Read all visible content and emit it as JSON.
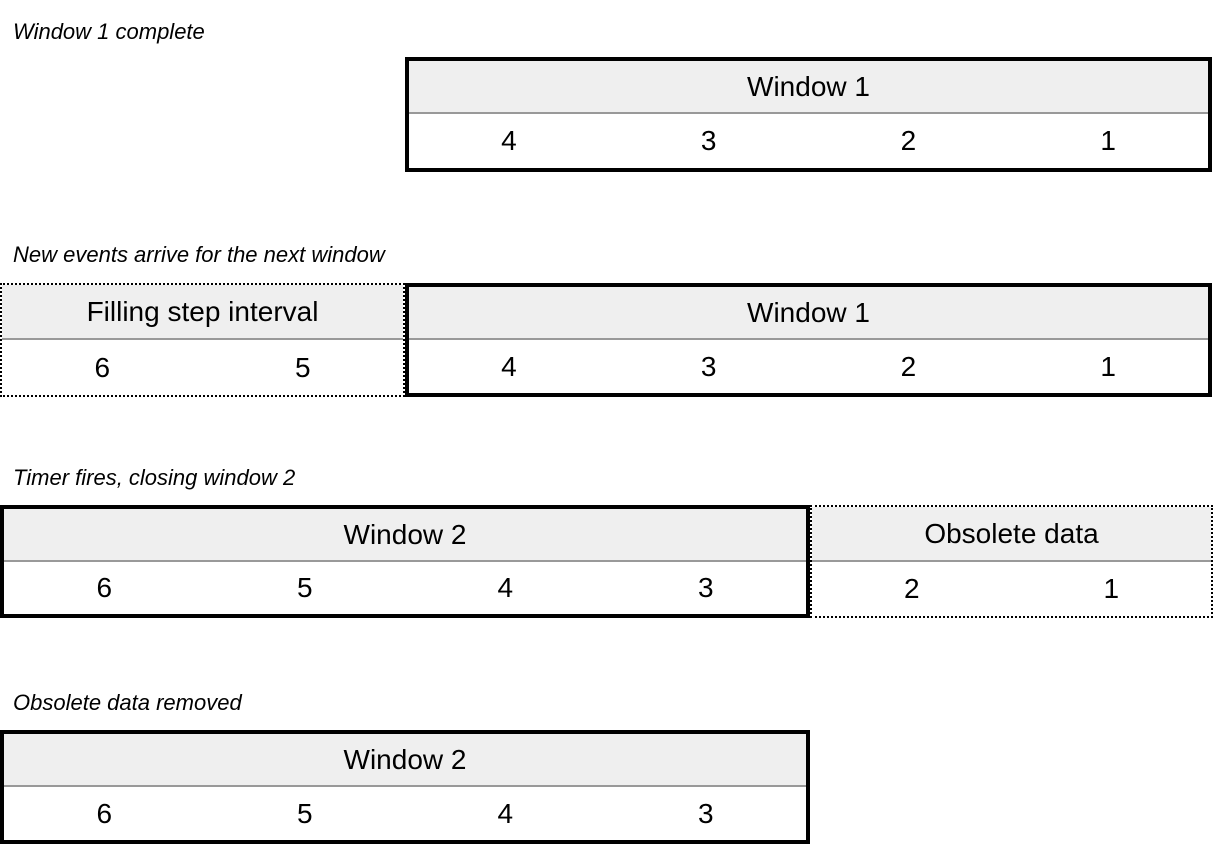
{
  "colors": {
    "header_bg": "#efefef",
    "separator": "#999999",
    "border": "#000000",
    "text": "#000000",
    "page_bg": "#ffffff"
  },
  "sections": [
    {
      "label": "Window 1 complete",
      "tables": [
        {
          "title": "Window 1",
          "style": "solid",
          "cells": [
            "4",
            "3",
            "2",
            "1"
          ]
        }
      ]
    },
    {
      "label": "New events arrive for the next window",
      "tables": [
        {
          "title": "Filling step interval",
          "style": "dotted",
          "cells": [
            "6",
            "5"
          ]
        },
        {
          "title": "Window 1",
          "style": "solid",
          "cells": [
            "4",
            "3",
            "2",
            "1"
          ]
        }
      ]
    },
    {
      "label": "Timer fires, closing window 2",
      "tables": [
        {
          "title": "Window 2",
          "style": "solid",
          "cells": [
            "6",
            "5",
            "4",
            "3"
          ]
        },
        {
          "title": "Obsolete data",
          "style": "dotted",
          "cells": [
            "2",
            "1"
          ]
        }
      ]
    },
    {
      "label": "Obsolete data removed",
      "tables": [
        {
          "title": "Window 2",
          "style": "solid",
          "cells": [
            "6",
            "5",
            "4",
            "3"
          ]
        }
      ]
    }
  ]
}
